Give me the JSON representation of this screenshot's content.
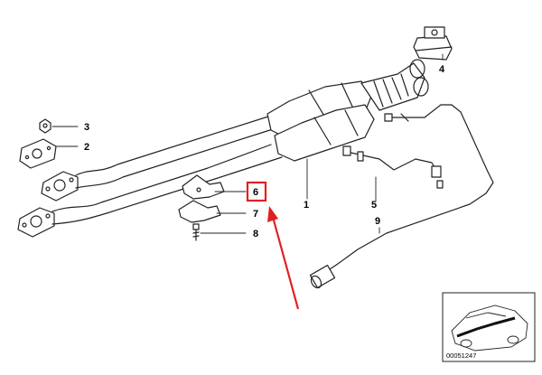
{
  "diagram": {
    "callouts": [
      {
        "id": "1",
        "label": "1"
      },
      {
        "id": "2",
        "label": "2"
      },
      {
        "id": "3",
        "label": "3"
      },
      {
        "id": "4",
        "label": "4"
      },
      {
        "id": "5",
        "label": "5"
      },
      {
        "id": "6",
        "label": "6"
      },
      {
        "id": "7",
        "label": "7"
      },
      {
        "id": "8",
        "label": "8"
      },
      {
        "id": "9",
        "label": "9"
      }
    ],
    "highlighted_part": "6",
    "highlight_color": "#e02020",
    "arrow_color": "#e02020",
    "line_color": "#222222",
    "inset": {
      "reference_number": "00051247"
    }
  }
}
